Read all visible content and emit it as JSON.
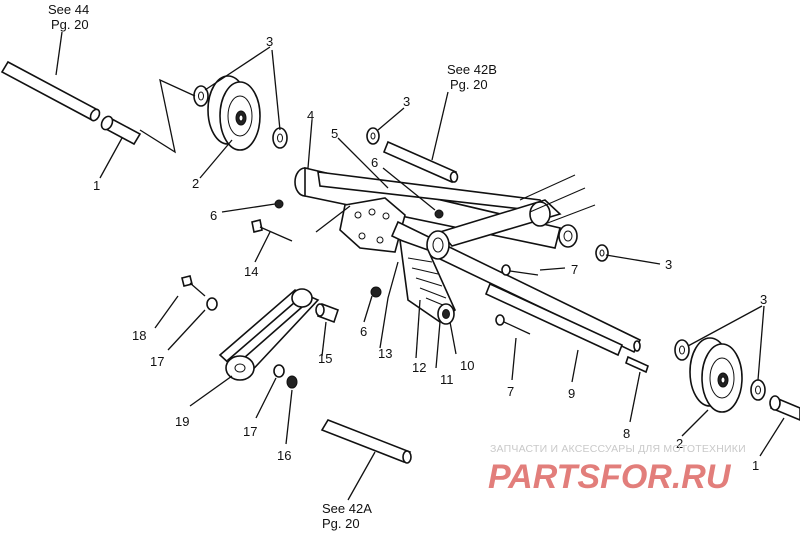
{
  "references": {
    "see44": {
      "line1": "See 44",
      "line2": "Pg. 20"
    },
    "see42b": {
      "line1": "See 42B",
      "line2": "Pg. 20"
    },
    "see42a": {
      "line1": "See 42A",
      "line2": "Pg. 20"
    }
  },
  "callouts": {
    "c1a": "1",
    "c1b": "1",
    "c2a": "2",
    "c2b": "2",
    "c3a": "3",
    "c3b": "3",
    "c3c": "3",
    "c3d": "3",
    "c4": "4",
    "c5": "5",
    "c6a": "6",
    "c6b": "6",
    "c6c": "6",
    "c7a": "7",
    "c7b": "7",
    "c8": "8",
    "c9": "9",
    "c10": "10",
    "c11": "11",
    "c12": "12",
    "c13": "13",
    "c14": "14",
    "c15": "15",
    "c16": "16",
    "c17a": "17",
    "c17b": "17",
    "c18": "18",
    "c19": "19"
  },
  "watermark": {
    "tagline": "ЗАПЧАСТИ И АКСЕССУАРЫ ДЛЯ МОТОТЕХНИКИ",
    "logo": "PARTSFOR.RU",
    "color": "#d9534f"
  }
}
